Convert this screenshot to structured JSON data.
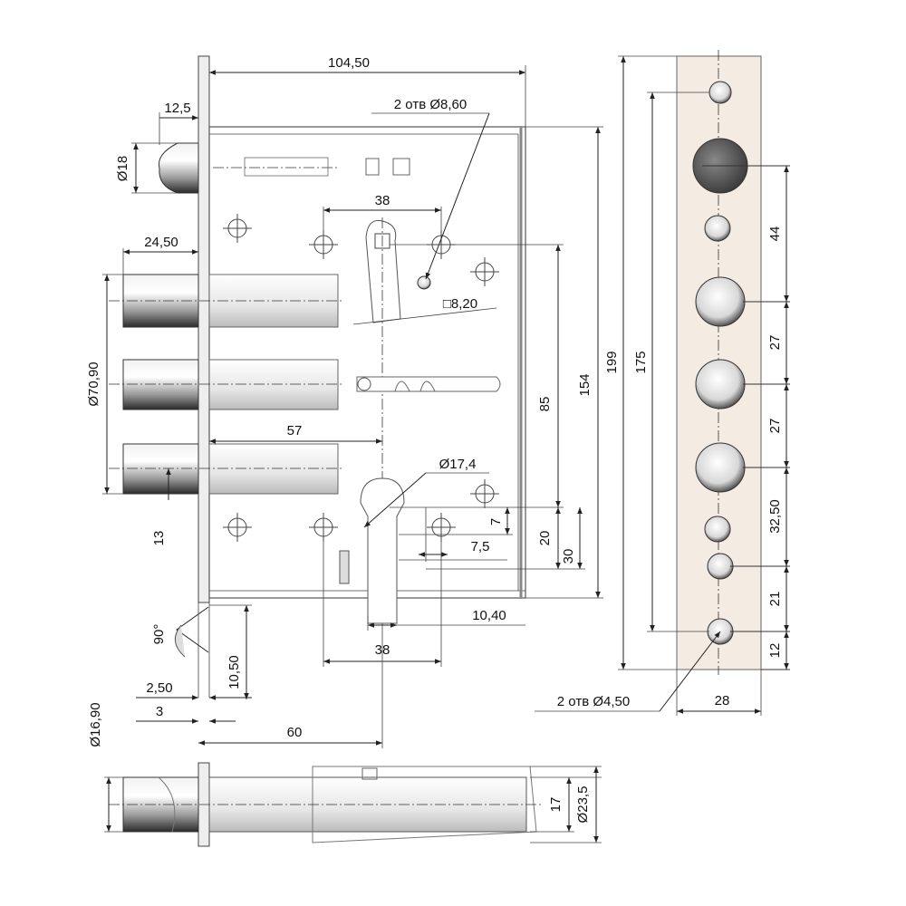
{
  "dimensions": {
    "case_width": "104,50",
    "faceplate_offset": "12,5",
    "latch_diameter": "Ø18",
    "cyl_holes": "2 отв  Ø8,60",
    "holes_spacing_top": "38",
    "spindle_square": "□8,20",
    "bolt_projection": "24,50",
    "bolts_span": "Ø70,90",
    "backset_bolt": "57",
    "bolt_offset": "13",
    "cyl_hole_diameter": "Ø17,4",
    "cyl_gap": "7",
    "cyl_slot": "7,5",
    "height_85": "85",
    "height_154": "154",
    "height_199": "199",
    "height_175": "175",
    "height_20": "20",
    "height_30": "30",
    "slot_width": "10,40",
    "bottom_spacing": "38",
    "latch_angle": "90°",
    "latch_step": "2,50",
    "latch_height": "10,50",
    "plate_thickness": "3",
    "backset_60": "60",
    "bottom_diameter": "Ø16,90",
    "bottom_17": "17",
    "bottom_diameter_2": "Ø23,5",
    "plate_44": "44",
    "plate_27a": "27",
    "plate_27b": "27",
    "plate_3250": "32,50",
    "plate_21": "21",
    "plate_12": "12",
    "plate_holes": "2 отв  Ø4,50",
    "plate_width": "28"
  }
}
